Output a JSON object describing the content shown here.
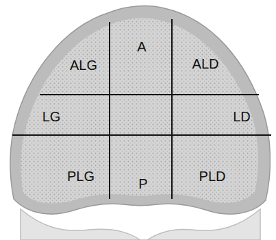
{
  "diagram": {
    "labels": [
      "A",
      "ALG",
      "ALD",
      "LG",
      "LD",
      "PLG",
      "PLD",
      "P"
    ]
  }
}
